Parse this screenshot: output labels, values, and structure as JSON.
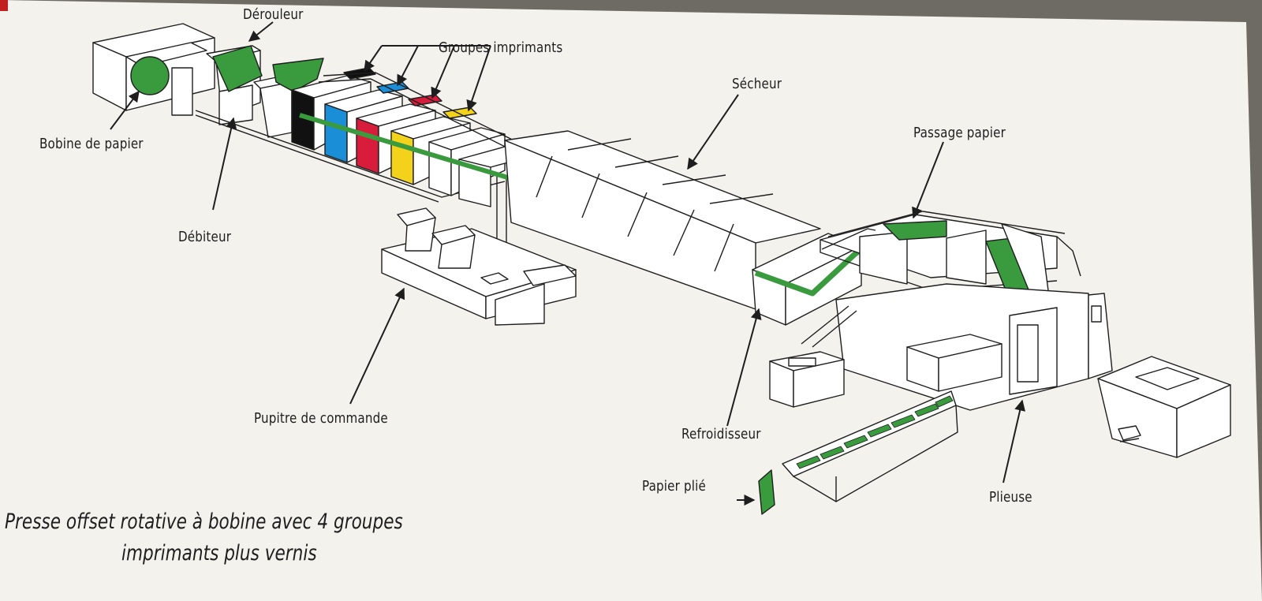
{
  "labels": {
    "derouleur": "Dérouleur",
    "groupes_imprimants": "Groupes imprimants",
    "secheur": "Sécheur",
    "passage_papier": "Passage papier",
    "bobine_de_papier": "Bobine de papier",
    "debiteur": "Débiteur",
    "pupitre_de_commande": "Pupitre de commande",
    "refroidisseur": "Refroidisseur",
    "papier_plie": "Papier plié",
    "plieuse": "Plieuse"
  },
  "caption": {
    "line1": "Presse offset rotative à bobine avec 4 groupes",
    "line2": "imprimants plus vernis"
  },
  "colors": {
    "paper_web": "#3a9a3e",
    "cyan": "#1a8fd8",
    "magenta": "#d81c3c",
    "yellow": "#f2d21a",
    "black": "#111111",
    "board": "#f3f2ed"
  }
}
